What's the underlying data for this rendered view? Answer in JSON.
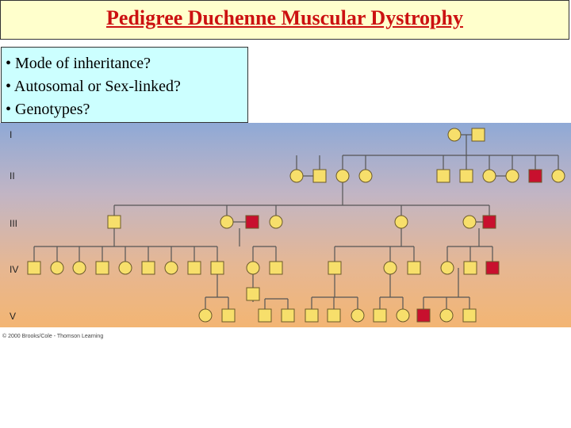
{
  "title": "Pedigree Duchenne Muscular Dystrophy",
  "questions": [
    "• Mode of inheritance?",
    "• Autosomal or Sex-linked?",
    "• Genotypes?"
  ],
  "generations": [
    "I",
    "II",
    "III",
    "IV",
    "V"
  ],
  "copyright": "© 2000 Brooks/Cole - Thomson Learning",
  "colors": {
    "unaffected_fill": "#f7df6b",
    "affected_fill": "#c8102e",
    "title_text": "#cc1111",
    "title_background": "#ffffcc",
    "question_background": "#ccffff"
  },
  "legend_semantics": {
    "circle": "female",
    "square": "male",
    "filled_red": "affected"
  }
}
